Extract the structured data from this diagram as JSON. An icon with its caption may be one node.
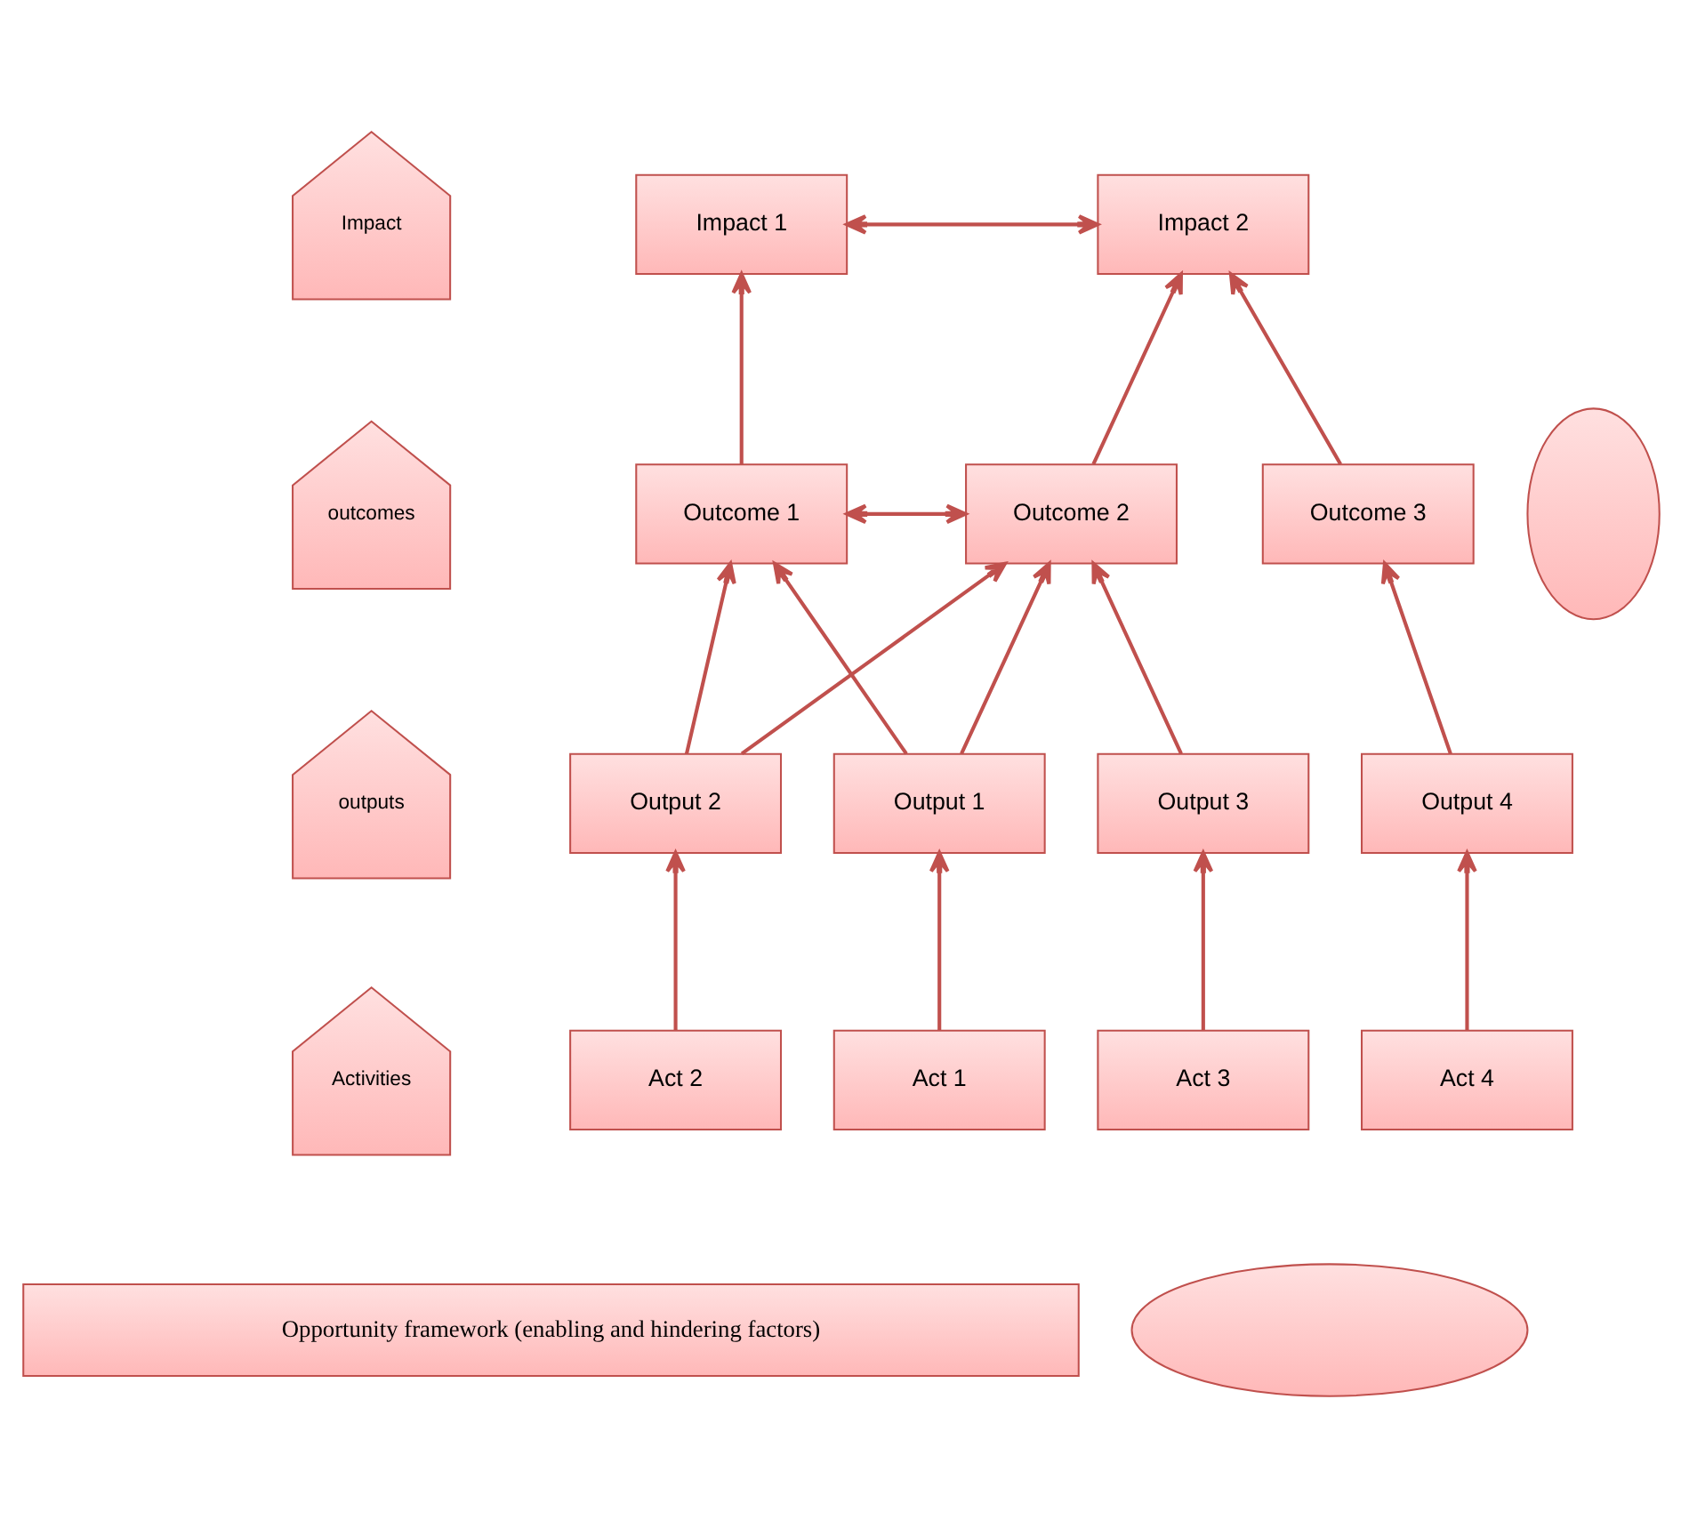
{
  "diagram": {
    "nodes": [
      {
        "text": [
          "Impact"
        ]
      },
      {
        "text": [
          "outcomes"
        ]
      },
      {
        "text": [
          "outputs"
        ]
      },
      {
        "text": [
          "Activities"
        ]
      },
      {
        "text": [
          "Impact 1"
        ]
      },
      {
        "text": [
          "Impact 2"
        ]
      },
      {
        "text": [
          "Outcome 1"
        ]
      },
      {
        "text": [
          "Outcome 2"
        ]
      },
      {
        "text": [
          "Outcome 3"
        ]
      },
      {
        "text": [
          "Output 1"
        ]
      },
      {
        "text": [
          "Output 2"
        ]
      },
      {
        "text": [
          "Output 3"
        ]
      },
      {
        "text": [
          "Output 4"
        ]
      },
      {
        "text": [
          "Act 1"
        ]
      },
      {
        "text": [
          "Act 2"
        ]
      },
      {
        "text": [
          "Act 3"
        ]
      },
      {
        "text": [
          "Act 4"
        ]
      },
      {
        "text": [],
        "shape": "ellipse"
      },
      {
        "text": [
          "Opportunity framework (enabling and hindering factors)"
        ]
      },
      {
        "text": [],
        "shape": "ellipse"
      }
    ],
    "edges": [
      {
        "from": 4,
        "to": 5,
        "arrow": "both"
      },
      {
        "from": 6,
        "to": 4,
        "arrow": "to"
      },
      {
        "from": 7,
        "to": 5,
        "arrow": "to"
      },
      {
        "from": 8,
        "to": 5,
        "arrow": "to"
      },
      {
        "from": 6,
        "to": 7,
        "arrow": "both"
      },
      {
        "from": 9,
        "to": 6,
        "arrow": "to"
      },
      {
        "from": 9,
        "to": 7,
        "arrow": "to"
      },
      {
        "from": 10,
        "to": 6,
        "arrow": "to"
      },
      {
        "from": 10,
        "to": 7,
        "arrow": "to"
      },
      {
        "from": 11,
        "to": 7,
        "arrow": "to"
      },
      {
        "from": 12,
        "to": 8,
        "arrow": "to"
      },
      {
        "from": 13,
        "to": 9,
        "arrow": "to"
      },
      {
        "from": 14,
        "to": 10,
        "arrow": "to"
      },
      {
        "from": 15,
        "to": 11,
        "arrow": "to"
      },
      {
        "from": 16,
        "to": 12,
        "arrow": "to"
      }
    ]
  }
}
